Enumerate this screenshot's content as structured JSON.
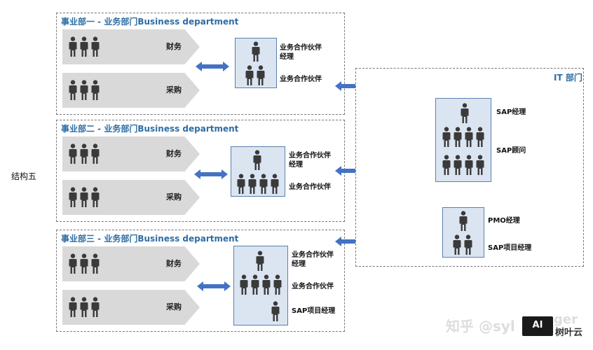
{
  "structure_label": "结构五",
  "departments": [
    {
      "title": "事业部一 - 业务部门Business department",
      "rows": [
        {
          "label": "财务"
        },
        {
          "label": "采购"
        }
      ],
      "roles": [
        "业务合作伙伴\n经理",
        "业务合作伙伴"
      ]
    },
    {
      "title": "事业部二 - 业务部门Business department",
      "rows": [
        {
          "label": "财务"
        },
        {
          "label": "采购"
        }
      ],
      "roles": [
        "业务合作伙伴\n经理",
        "业务合作伙伴"
      ]
    },
    {
      "title": "事业部三 - 业务部门Business department",
      "rows": [
        {
          "label": "财务"
        },
        {
          "label": "采购"
        }
      ],
      "roles": [
        "业务合作伙伴\n经理",
        "业务合作伙伴",
        "SAP项目经理"
      ]
    }
  ],
  "it": {
    "title": "IT 部门",
    "box1_roles": [
      "SAP经理",
      "SAP顾问"
    ],
    "box2_roles": [
      "PMO经理",
      "SAP项目经理"
    ]
  },
  "watermark": {
    "text": "知乎 @syl",
    "text2": "ger",
    "logo": "AI",
    "brand": "树叶云"
  },
  "colors": {
    "accent": "#2e6da4",
    "arrow": "#4472c4",
    "box_fill": "#dbe5f1",
    "chevron": "#d9d9d9",
    "person": "#3a3a3a"
  },
  "icons": [
    "person-icon",
    "double-arrow-icon"
  ]
}
